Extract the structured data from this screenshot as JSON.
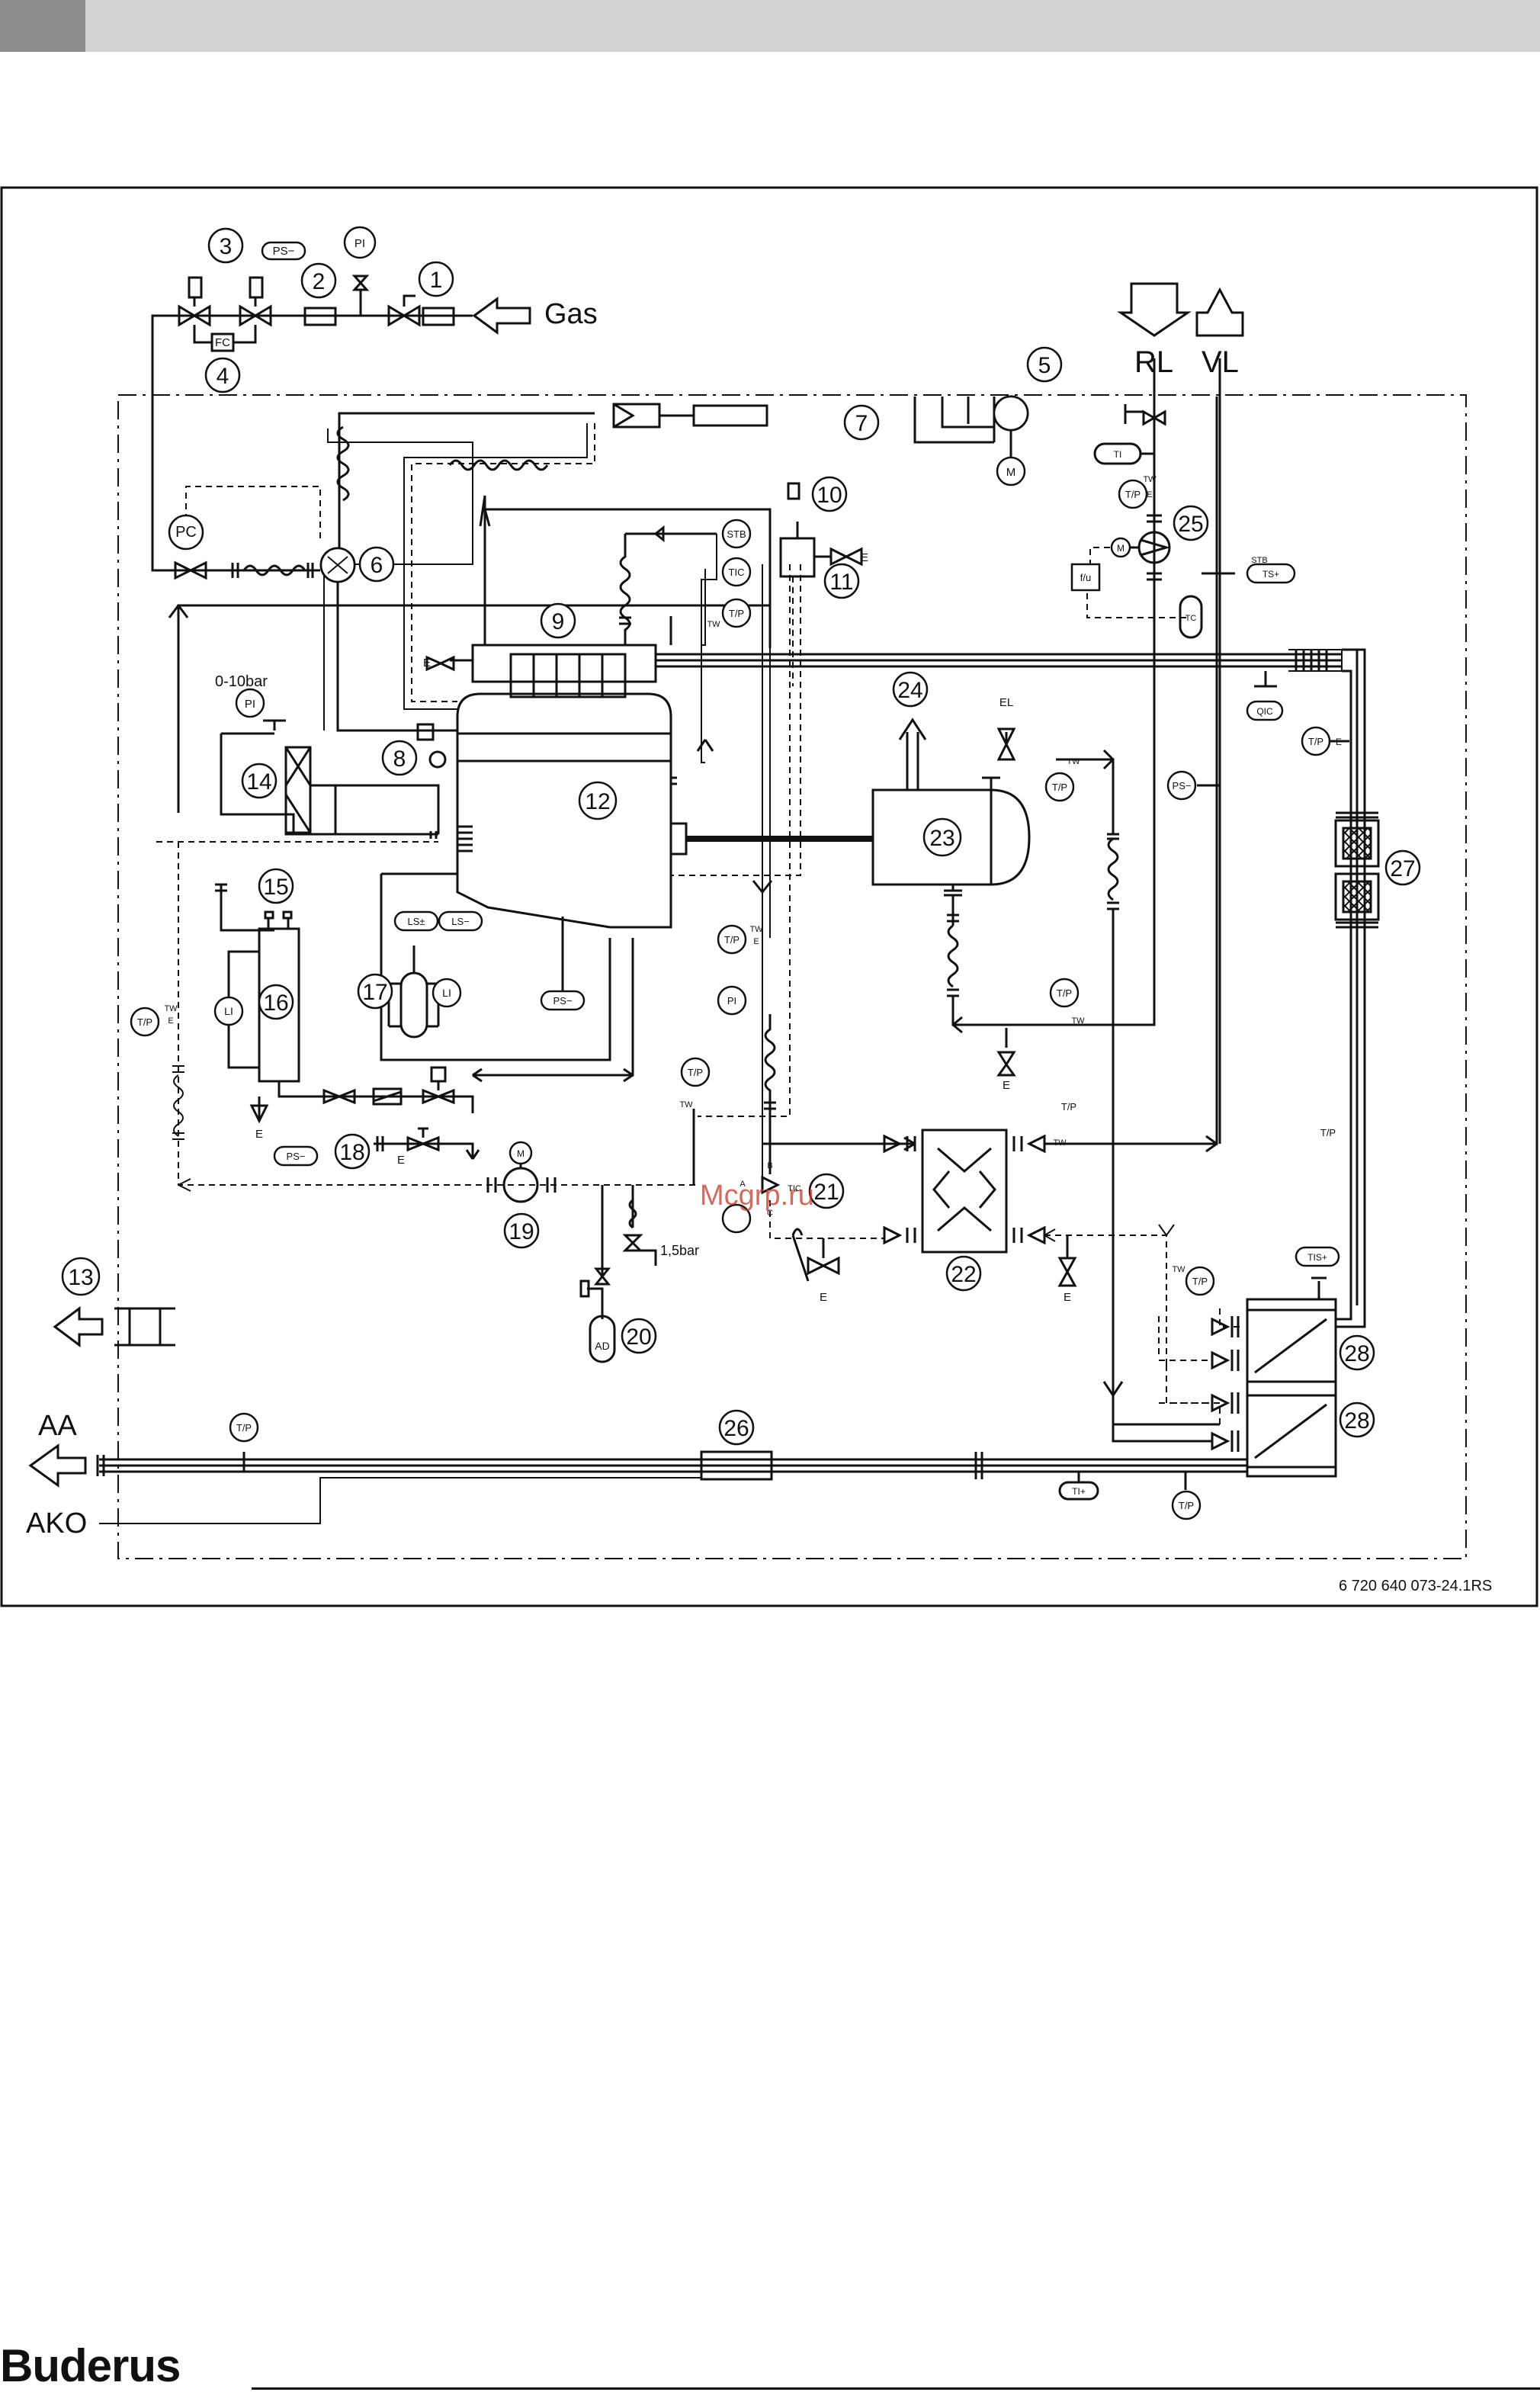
{
  "header": {
    "accent": "#8c8c8c",
    "bar": "#d3d3d3"
  },
  "diagram": {
    "code": "6 720 640 073-24.1RS",
    "gas_label": "Gas",
    "rl_label": "RL",
    "vl_label": "VL",
    "aa_label": "AA",
    "ako_label": "AKO",
    "watermark": "Mcgrp.ru",
    "range_label": "0-10bar",
    "bar_label": "1,5bar",
    "numbers": [
      "1",
      "2",
      "3",
      "4",
      "5",
      "6",
      "7",
      "8",
      "9",
      "10",
      "11",
      "12",
      "13",
      "14",
      "15",
      "16",
      "17",
      "18",
      "19",
      "20",
      "21",
      "22",
      "23",
      "24",
      "25",
      "26",
      "27",
      "28",
      "28"
    ],
    "tags": {
      "pi": "PI",
      "ps_minus": "PS−",
      "fc": "FC",
      "pc": "PC",
      "m": "M",
      "e": "E",
      "tw": "TW",
      "tp": "T/P",
      "stb": "STB",
      "tic": "TIC",
      "ts_plus": "TS+",
      "ti": "TI",
      "fu": "f/u",
      "tc": "TC",
      "qic": "QIC",
      "el": "EL",
      "li": "LI",
      "ls_pp": "LS±",
      "ls_minus": "LS−",
      "ad": "AD",
      "tis_plus": "TIS+",
      "ti_plus": "TI+",
      "a": "A",
      "b": "B",
      "c": "C"
    }
  },
  "footer": {
    "brand": "Buderus"
  }
}
